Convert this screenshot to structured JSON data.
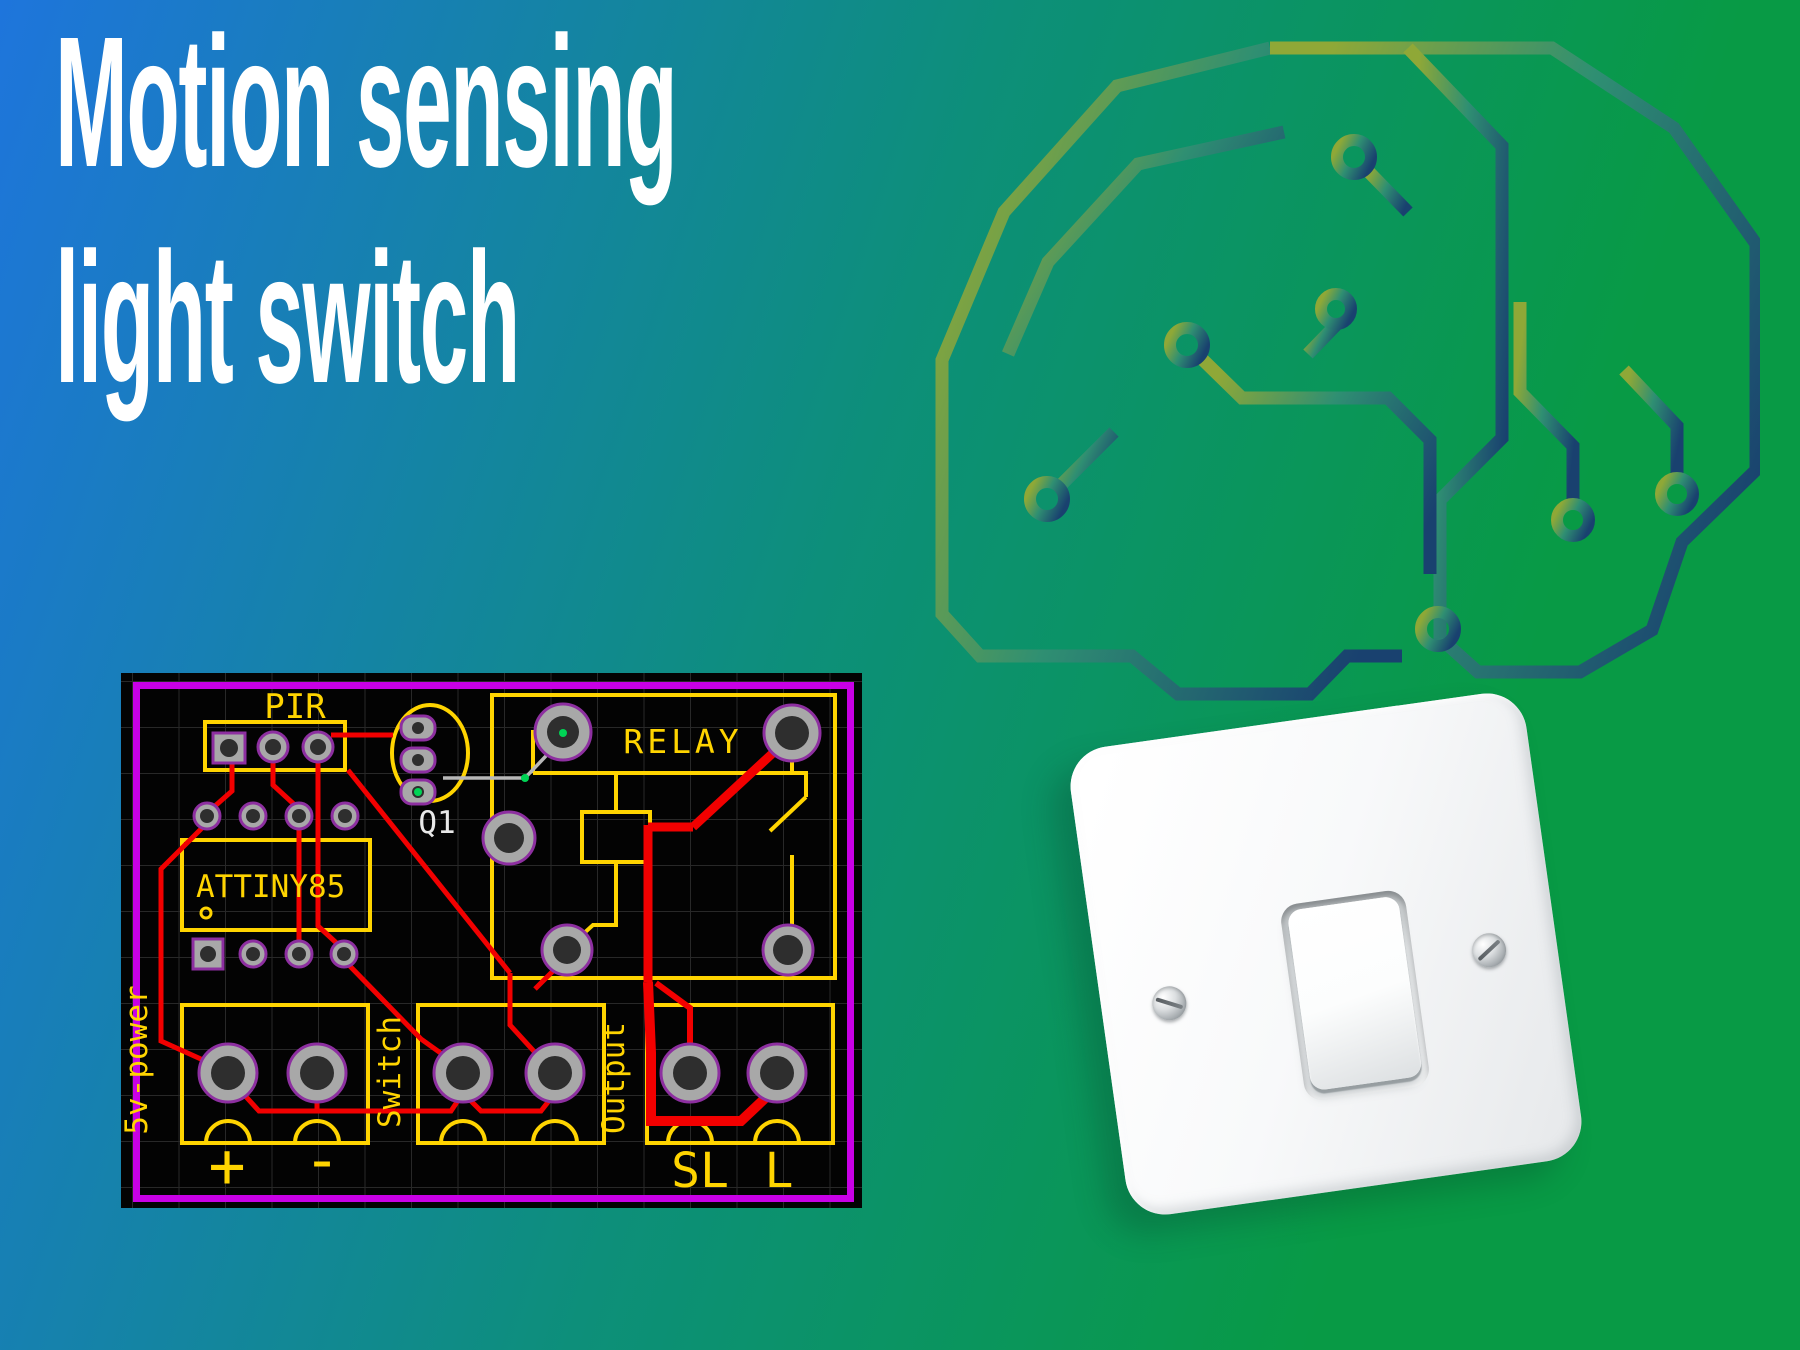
{
  "title": {
    "line1": "Motion sensing",
    "line2": "light switch"
  },
  "logo": {
    "type": "circuit-brain-logo",
    "gradient_start": "#8fa837",
    "gradient_end": "#19416f"
  },
  "background": {
    "gradient_start": "#1e75dc",
    "gradient_end": "#089a45"
  },
  "pcb": {
    "labels": {
      "pir": "PIR",
      "q1": "Q1",
      "mcu": "ATTINY85",
      "relay": "RELAY",
      "power": "5v-power",
      "switch": "Switch",
      "output": "Output",
      "plus": "+",
      "minus": "-",
      "sl": "SL",
      "l": "L"
    },
    "colors": {
      "board": "#030303",
      "border": "#c800e6",
      "silk_yellow": "#ffd400",
      "trace_red": "#f20000",
      "pad_gray": "#a8a8a8",
      "pad_ring_purple": "#8d2fa0",
      "via_green": "#00d455"
    }
  },
  "switch_photo": {
    "type": "white-rocker-light-switch",
    "screws": 2
  }
}
